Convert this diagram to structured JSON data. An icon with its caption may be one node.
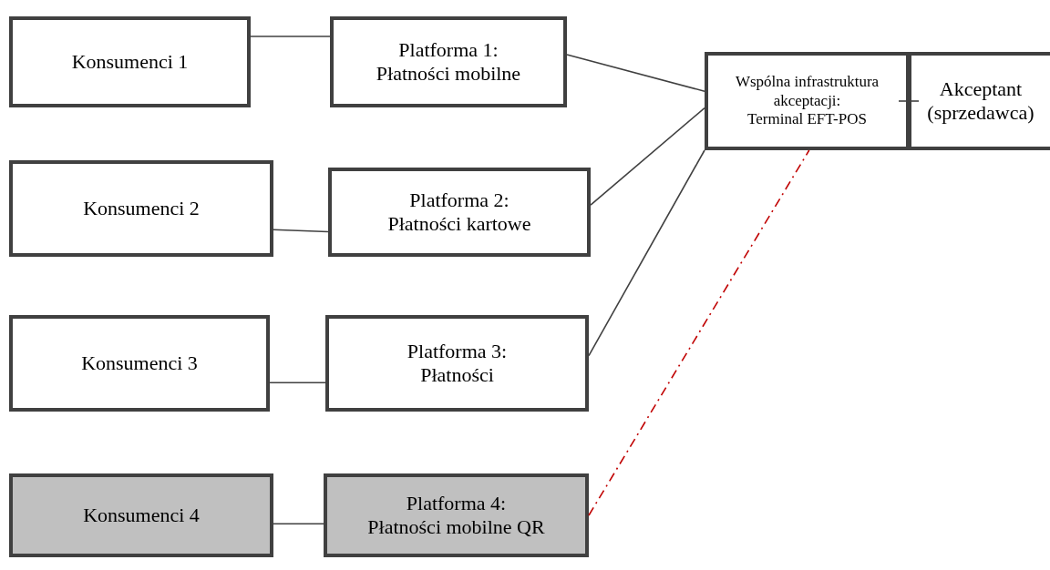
{
  "diagram": {
    "nodes": [
      {
        "text": [
          "Konsumenci 1"
        ]
      },
      {
        "text": [
          "Platforma 1: Płatności mobilne"
        ]
      },
      {
        "text": [
          "Konsumenci 2"
        ]
      },
      {
        "text": [
          "Platforma 2: Płatności kartowe"
        ]
      },
      {
        "text": [
          "Konsumenci 3"
        ]
      },
      {
        "text": [
          "Platforma 3: Płatności"
        ]
      },
      {
        "text": [
          "Konsumenci 4"
        ]
      },
      {
        "text": [
          "Platforma 4: Płatności mobilne QR"
        ]
      },
      {
        "text": [
          "Wspólna infrastruktura akceptacji: Terminal EFT-POS"
        ]
      },
      {
        "text": [
          "Akceptant (sprzedawca)"
        ]
      }
    ],
    "edges": [
      {
        "from": 0,
        "to": 1,
        "arrow": "none"
      },
      {
        "from": 2,
        "to": 3,
        "arrow": "none"
      },
      {
        "from": 4,
        "to": 5,
        "arrow": "none"
      },
      {
        "from": 6,
        "to": 7,
        "arrow": "none"
      },
      {
        "from": 1,
        "to": 8,
        "arrow": "none"
      },
      {
        "from": 3,
        "to": 8,
        "arrow": "none"
      },
      {
        "from": 5,
        "to": 8,
        "arrow": "none"
      },
      {
        "from": 7,
        "to": 8,
        "arrow": "none",
        "style": "dashed",
        "color": "#c00000"
      },
      {
        "from": 8,
        "to": 9,
        "arrow": "none"
      }
    ]
  }
}
